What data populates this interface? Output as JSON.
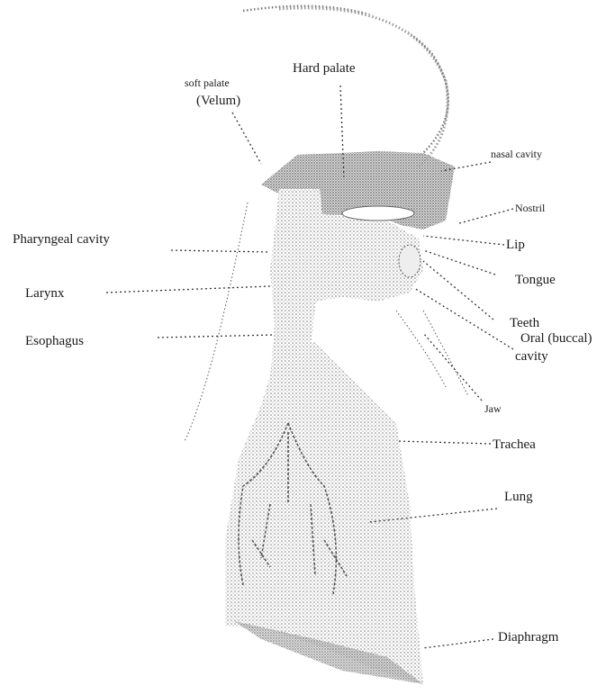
{
  "labels": {
    "soft_palate": "soft palate",
    "velum": "(Velum)",
    "hard_palate": "Hard palate",
    "nasal_cavity": "nasal cavity",
    "nostril": "Nostril",
    "lip": "Lip",
    "tongue": "Tongue",
    "teeth": "Teeth",
    "oral_cavity_line1": "Oral (buccal)",
    "oral_cavity_line2": "cavity",
    "jaw": "Jaw",
    "pharyngeal_cavity": "Pharyngeal cavity",
    "larynx": "Larynx",
    "esophagus": "Esophagus",
    "trachea": "Trachea",
    "lung": "Lung",
    "diaphragm": "Diaphragm"
  }
}
